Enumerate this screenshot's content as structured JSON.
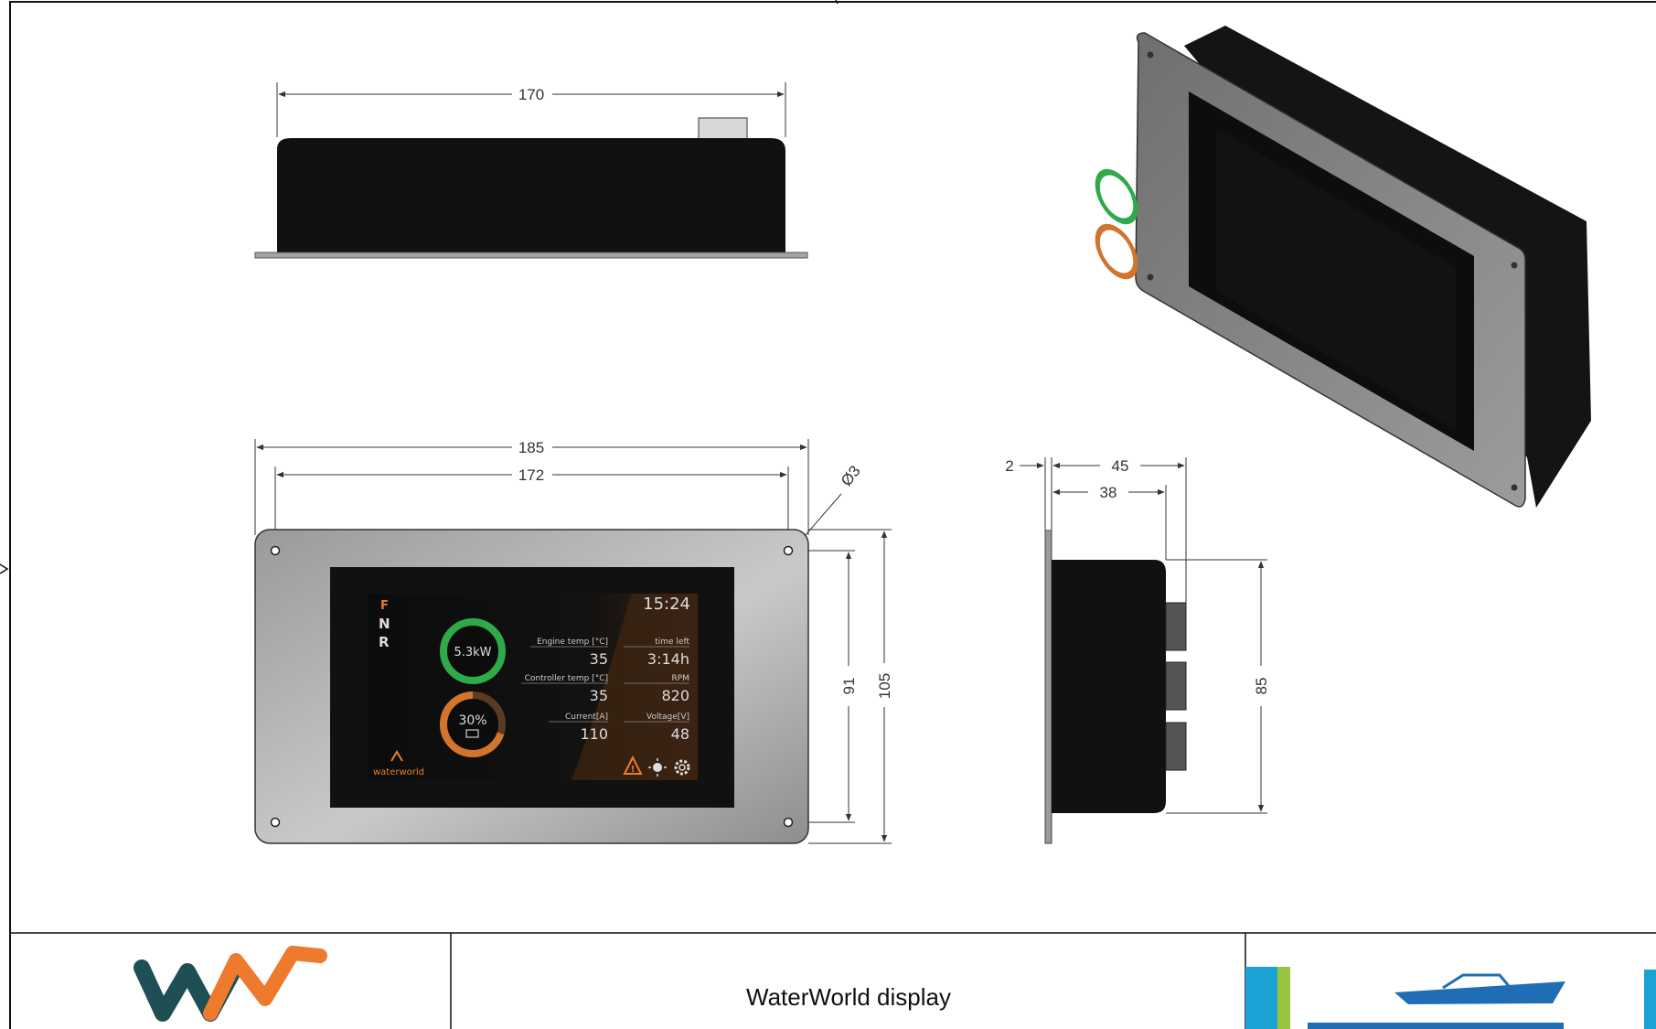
{
  "drawing": {
    "title": "WaterWorld display",
    "top_view": {
      "width_dim": "170"
    },
    "front_view": {
      "outer_width_dim": "185",
      "hole_spacing_dim": "172",
      "hole_dia_dim": "Ø3",
      "hole_vertical_dim": "91",
      "outer_height_dim": "105"
    },
    "side_view": {
      "flange_dim": "2",
      "depth_dim": "45",
      "body_depth_dim": "38",
      "body_height_dim": "85"
    }
  },
  "screen": {
    "gears": [
      "F",
      "N",
      "R"
    ],
    "time": "15:24",
    "power": "5.3kW",
    "battery": "30%",
    "labels": {
      "engine_temp": "Engine temp [°C]",
      "time_left": "time left",
      "controller_temp": "Controller temp [°C]",
      "rpm": "RPM",
      "current": "Current[A]",
      "voltage": "Voltage[V]"
    },
    "values": {
      "engine_temp": "35",
      "time_left": "3:14h",
      "controller_temp": "35",
      "rpm": "820",
      "current": "110",
      "voltage": "48"
    },
    "brand": "waterworld",
    "icons": [
      "warning-icon",
      "brightness-icon",
      "settings-gear-icon"
    ]
  },
  "colors": {
    "housing": "#111111",
    "bezel": "#a9a9a9",
    "power_ring": "#2eaa4a",
    "battery_ring": "#d3742d",
    "logo_teal": "#1d4f54",
    "logo_orange": "#ee7a2e",
    "boat_blue": "#1f6eb5"
  }
}
